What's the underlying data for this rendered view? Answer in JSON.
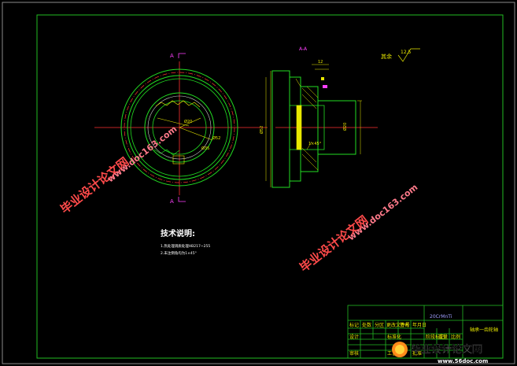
{
  "drawing": {
    "section_mark": "A",
    "section_view_label": "A-A",
    "roughness_label": "其余",
    "roughness_value": "12.5",
    "dims": {
      "outer": "Ø52",
      "bore": "Ø20",
      "bcd": "Ø35",
      "chamfer": "1×45°",
      "length": "12"
    },
    "tech_title": "技术说明:",
    "tech_notes": [
      "1.热处理调质处理HB217~255",
      "2.未注倒角均为1×45°"
    ]
  },
  "title_block": {
    "material": "20CrMnTi",
    "part_name": "轴承一齿轮轴",
    "header_cells": [
      "标记",
      "处数",
      "分区",
      "更改文件号",
      "签名",
      "年月日"
    ],
    "row2_cells": [
      "设计",
      "标准化"
    ],
    "row3_cells": [
      "审核",
      "工艺",
      "批准"
    ],
    "row2_right": [
      "阶段标记",
      "重量",
      "比例"
    ]
  },
  "watermarks": {
    "site_cn": "毕业设计论文网",
    "site_url": "www.doc163.com",
    "logo_cn": "毕业设计论文网",
    "logo_url": "www.56doc.com"
  }
}
